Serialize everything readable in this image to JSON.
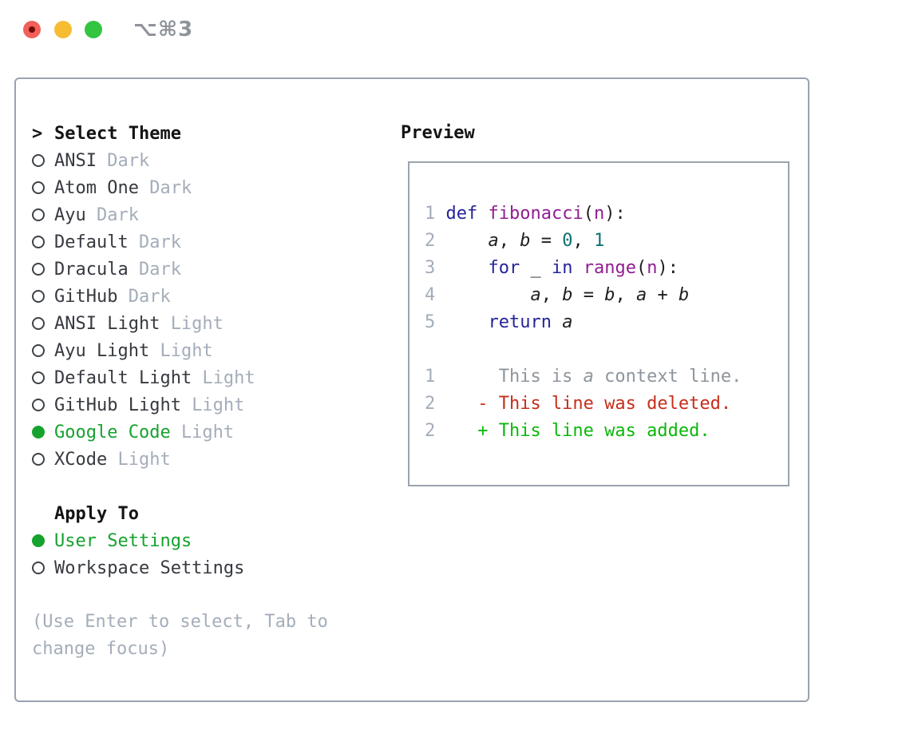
{
  "titlebar": {
    "shortcut": "⌥⌘3",
    "buttons": [
      "close",
      "minimize",
      "zoom"
    ]
  },
  "theme_selector": {
    "prompt": ">",
    "header": "Select Theme",
    "themes": [
      {
        "name": "ANSI",
        "variant": "Dark",
        "selected": false
      },
      {
        "name": "Atom One",
        "variant": "Dark",
        "selected": false
      },
      {
        "name": "Ayu",
        "variant": "Dark",
        "selected": false
      },
      {
        "name": "Default",
        "variant": "Dark",
        "selected": false
      },
      {
        "name": "Dracula",
        "variant": "Dark",
        "selected": false
      },
      {
        "name": "GitHub",
        "variant": "Dark",
        "selected": false
      },
      {
        "name": "ANSI Light",
        "variant": "Light",
        "selected": false
      },
      {
        "name": "Ayu Light",
        "variant": "Light",
        "selected": false
      },
      {
        "name": "Default Light",
        "variant": "Light",
        "selected": false
      },
      {
        "name": "GitHub Light",
        "variant": "Light",
        "selected": false
      },
      {
        "name": "Google Code",
        "variant": "Light",
        "selected": true
      },
      {
        "name": "XCode",
        "variant": "Light",
        "selected": false
      }
    ],
    "apply_to": {
      "header": "Apply To",
      "options": [
        {
          "name": "User Settings",
          "selected": true
        },
        {
          "name": "Workspace Settings",
          "selected": false
        }
      ]
    },
    "help_lines": [
      "(Use Enter to select, Tab to",
      "change focus)"
    ]
  },
  "preview": {
    "title": "Preview",
    "lines": [
      {
        "num": "1",
        "tokens": [
          {
            "t": "def",
            "c": "kw"
          },
          {
            "t": " ",
            "c": "pl"
          },
          {
            "t": "fibonacci",
            "c": "fn"
          },
          {
            "t": "(",
            "c": "pl"
          },
          {
            "t": "n",
            "c": "fn"
          },
          {
            "t": "):",
            "c": "pl"
          }
        ]
      },
      {
        "num": "2",
        "tokens": [
          {
            "t": "    ",
            "c": "pl"
          },
          {
            "t": "a",
            "c": "var"
          },
          {
            "t": ", ",
            "c": "pl"
          },
          {
            "t": "b",
            "c": "var"
          },
          {
            "t": " = ",
            "c": "pl"
          },
          {
            "t": "0",
            "c": "lit"
          },
          {
            "t": ", ",
            "c": "pl"
          },
          {
            "t": "1",
            "c": "lit"
          }
        ]
      },
      {
        "num": "3",
        "tokens": [
          {
            "t": "    ",
            "c": "pl"
          },
          {
            "t": "for",
            "c": "kw"
          },
          {
            "t": " _ ",
            "c": "pl"
          },
          {
            "t": "in",
            "c": "kw"
          },
          {
            "t": " ",
            "c": "pl"
          },
          {
            "t": "range",
            "c": "fn"
          },
          {
            "t": "(",
            "c": "pl"
          },
          {
            "t": "n",
            "c": "fn"
          },
          {
            "t": "):",
            "c": "pl"
          }
        ]
      },
      {
        "num": "4",
        "tokens": [
          {
            "t": "        ",
            "c": "pl"
          },
          {
            "t": "a",
            "c": "var"
          },
          {
            "t": ", ",
            "c": "pl"
          },
          {
            "t": "b",
            "c": "var"
          },
          {
            "t": " = ",
            "c": "pl"
          },
          {
            "t": "b",
            "c": "var"
          },
          {
            "t": ", ",
            "c": "pl"
          },
          {
            "t": "a",
            "c": "var"
          },
          {
            "t": " + ",
            "c": "pl"
          },
          {
            "t": "b",
            "c": "var"
          }
        ]
      },
      {
        "num": "5",
        "tokens": [
          {
            "t": "    ",
            "c": "pl"
          },
          {
            "t": "return",
            "c": "kw"
          },
          {
            "t": " ",
            "c": "pl"
          },
          {
            "t": "a",
            "c": "var"
          }
        ]
      },
      {
        "num": "",
        "tokens": []
      },
      {
        "num": "1",
        "tokens": [
          {
            "t": "     This is ",
            "c": "ctx"
          },
          {
            "t": "a",
            "c": "ctxi"
          },
          {
            "t": " context line.",
            "c": "ctx"
          }
        ]
      },
      {
        "num": "2",
        "tokens": [
          {
            "t": "   - This line was deleted.",
            "c": "del"
          }
        ]
      },
      {
        "num": "2",
        "tokens": [
          {
            "t": "   + This line was added.",
            "c": "add"
          }
        ]
      }
    ]
  },
  "colors": {
    "accent_green": "#16a22e",
    "diff_added": "#0bb70b",
    "diff_removed": "#c62e1a",
    "diff_context": "#8e959c",
    "syntax_keyword": "#24249c",
    "syntax_name": "#911d91",
    "syntax_literal": "#0e7070",
    "muted": "#a4adba",
    "text_dark": "#36393f",
    "heading": "#141414",
    "border": "#9aa3af",
    "traffic_red": "#f2605a",
    "traffic_red_dot": "#710b04",
    "traffic_yellow": "#f6bd33",
    "traffic_green": "#33c441",
    "titlebar_text": "#8f939a"
  }
}
